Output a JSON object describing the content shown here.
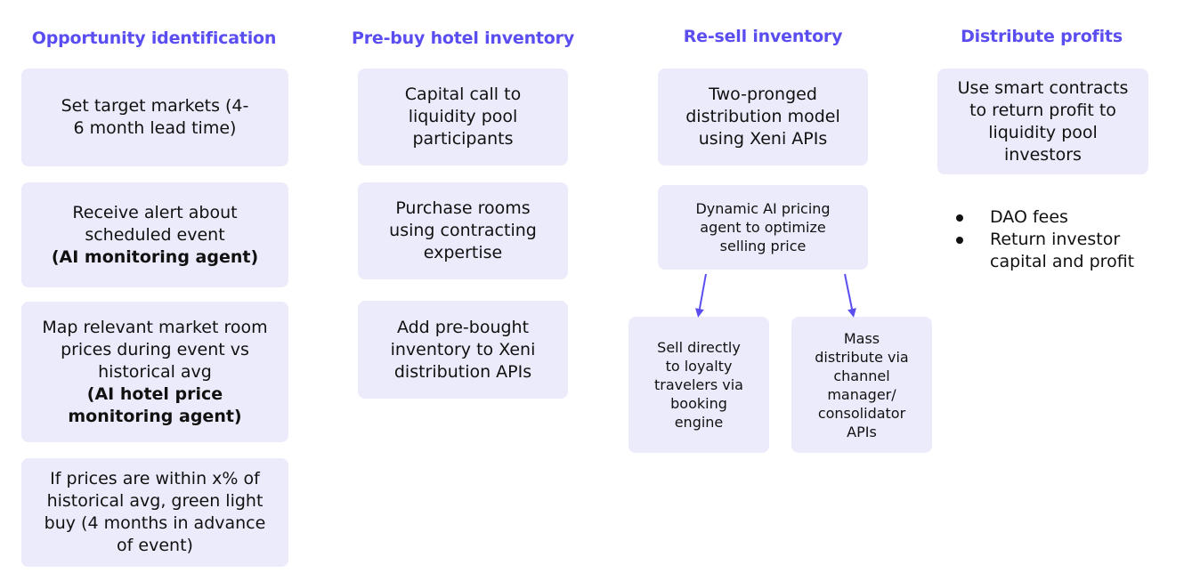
{
  "columns": [
    {
      "title": "Opportunity identification",
      "cards": [
        {
          "text": "Set target markets (4-6 month lead time)",
          "bold": ""
        },
        {
          "text": "Receive alert about scheduled event",
          "bold": "(AI monitoring agent)"
        },
        {
          "text": "Map relevant market room prices during event vs historical avg",
          "bold": "(AI hotel price monitoring agent)"
        },
        {
          "text": "If prices are within x% of historical avg, green light buy (4 months in advance of event)",
          "bold": ""
        }
      ]
    },
    {
      "title": "Pre-buy hotel inventory",
      "cards": [
        {
          "text": "Capital call to liquidity pool participants"
        },
        {
          "text": "Purchase rooms using contracting expertise"
        },
        {
          "text": "Add pre-bought inventory to Xeni distribution APIs"
        }
      ]
    },
    {
      "title": "Re-sell inventory",
      "cards": [
        {
          "text": "Two-pronged distribution model using Xeni APIs"
        },
        {
          "text": "Dynamic AI pricing agent to optimize selling price"
        },
        {
          "text": "Sell directly to loyalty travelers via booking engine"
        },
        {
          "text": "Mass distribute via channel manager/ consolidator APIs"
        }
      ]
    },
    {
      "title": "Distribute profits",
      "cards": [
        {
          "text": "Use smart contracts to return profit to liquidity pool investors"
        }
      ],
      "bullets": [
        "DAO fees",
        "Return investor capital and profit"
      ]
    }
  ],
  "colors": {
    "title": "#5b4ef0",
    "card_bg": "#ecebfb",
    "arrow": "#5b4ef0"
  }
}
